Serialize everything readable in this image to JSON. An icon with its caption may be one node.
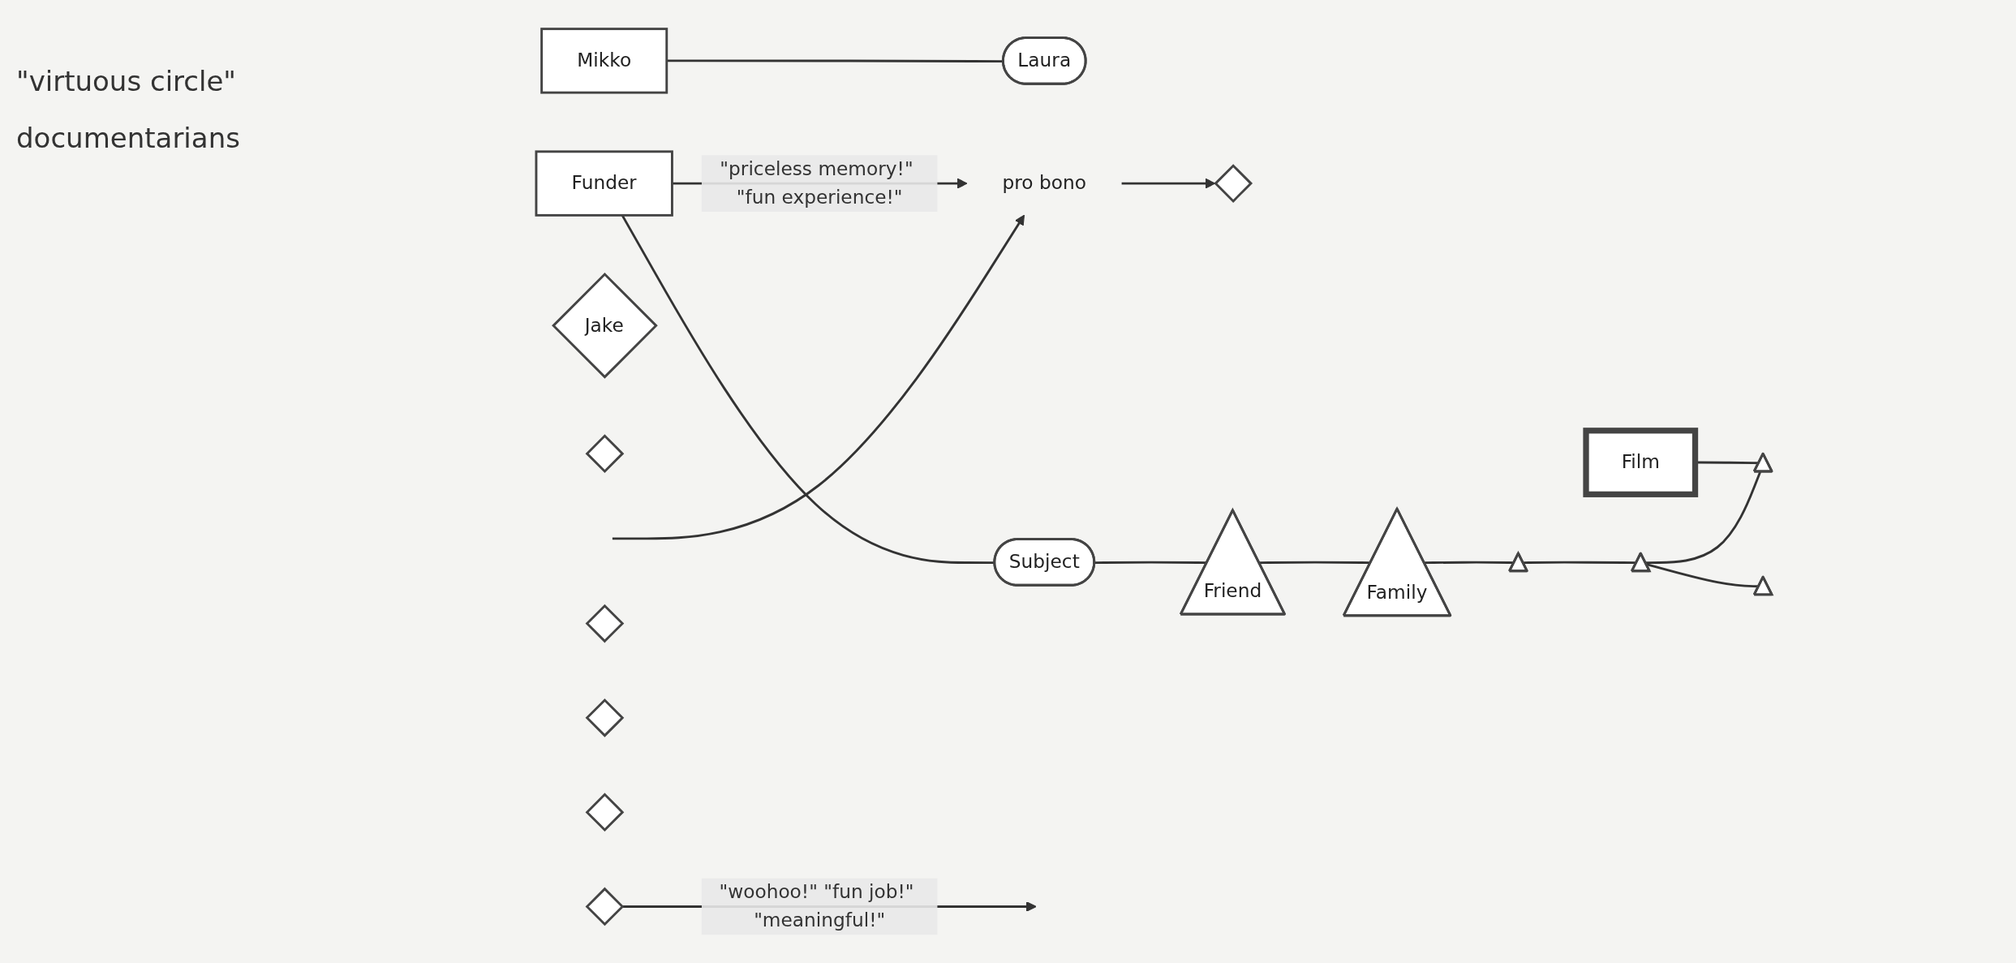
{
  "diagram": {
    "nodes": [
      {
        "text": [
          "Mikko"
        ]
      },
      {
        "text": [
          "Laura"
        ]
      },
      {
        "text": [
          "pro bono"
        ]
      },
      {
        "text": [
          "Funder"
        ]
      },
      {
        "text": [
          "Subject"
        ]
      },
      {
        "text": [
          "Film"
        ]
      },
      {
        "text": [
          "Jake"
        ]
      },
      {
        "text": [],
        "shape": "diamond"
      },
      {
        "text": [],
        "shape": "diamond"
      },
      {
        "text": [],
        "shape": "diamond"
      },
      {
        "text": [],
        "shape": "diamond"
      },
      {
        "text": [],
        "shape": "diamond"
      },
      {
        "text": [],
        "shape": "diamond"
      },
      {
        "text": [],
        "shape": "triangle"
      },
      {
        "text": [
          "Friend"
        ]
      },
      {
        "text": [],
        "shape": "triangle"
      },
      {
        "text": [],
        "shape": "triangle"
      },
      {
        "text": [],
        "shape": "triangle"
      },
      {
        "text": [
          "Family"
        ]
      }
    ],
    "edges": [
      {
        "from": 0,
        "to": 1,
        "arrow": "none"
      },
      {
        "from": 3,
        "to": 2,
        "arrow": "to",
        "label": "\"priceless memory!\" \"fun experience!\""
      },
      {
        "from": null,
        "to": 2,
        "arrow": "to"
      },
      {
        "from": 2,
        "to": 8,
        "arrow": "to"
      },
      {
        "from": 9,
        "to": null,
        "arrow": "to",
        "label": "\"woohoo!\" \"fun job!\" \"meaningful!\""
      },
      {
        "from": 3,
        "to": 4,
        "arrow": "none"
      },
      {
        "from": 5,
        "to": 13,
        "arrow": "none"
      },
      {
        "from": 4,
        "to": 14,
        "arrow": "none"
      },
      {
        "from": 14,
        "to": 18,
        "arrow": "none"
      },
      {
        "from": 18,
        "to": 17,
        "arrow": "none"
      },
      {
        "from": 17,
        "to": 15,
        "arrow": "none"
      },
      {
        "from": 15,
        "to": 13,
        "arrow": "none"
      },
      {
        "from": 15,
        "to": 16,
        "arrow": "none"
      }
    ],
    "labels": [
      "\"virtuous circle\"",
      "documentarians"
    ]
  }
}
